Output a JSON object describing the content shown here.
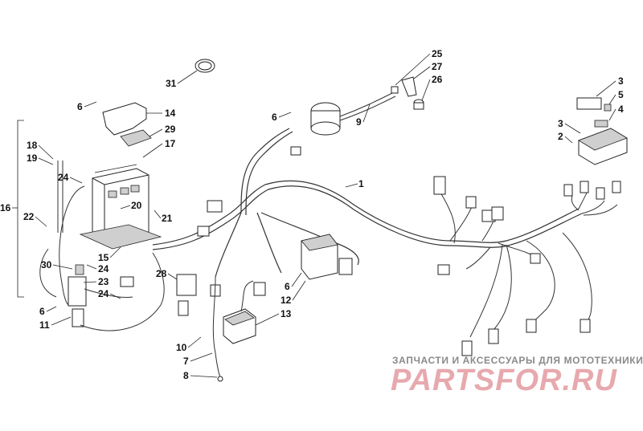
{
  "callouts": [
    "1",
    "2",
    "3",
    "3",
    "4",
    "5",
    "6",
    "6",
    "6",
    "6",
    "7",
    "8",
    "9",
    "10",
    "11",
    "12",
    "13",
    "14",
    "15",
    "16",
    "17",
    "18",
    "19",
    "20",
    "21",
    "22",
    "23",
    "24",
    "24",
    "24",
    "25",
    "26",
    "27",
    "28",
    "29",
    "30",
    "31"
  ],
  "watermark": {
    "tagline": "ЗАПЧАСТИ И АКСЕССУАРЫ ДЛЯ МОТОТЕХНИКИ",
    "logo": "PARTSFOR.RU"
  },
  "colors": {
    "line": "#222222",
    "watermark_logo": "#e7a9ae",
    "watermark_text": "#8a8a8a"
  }
}
